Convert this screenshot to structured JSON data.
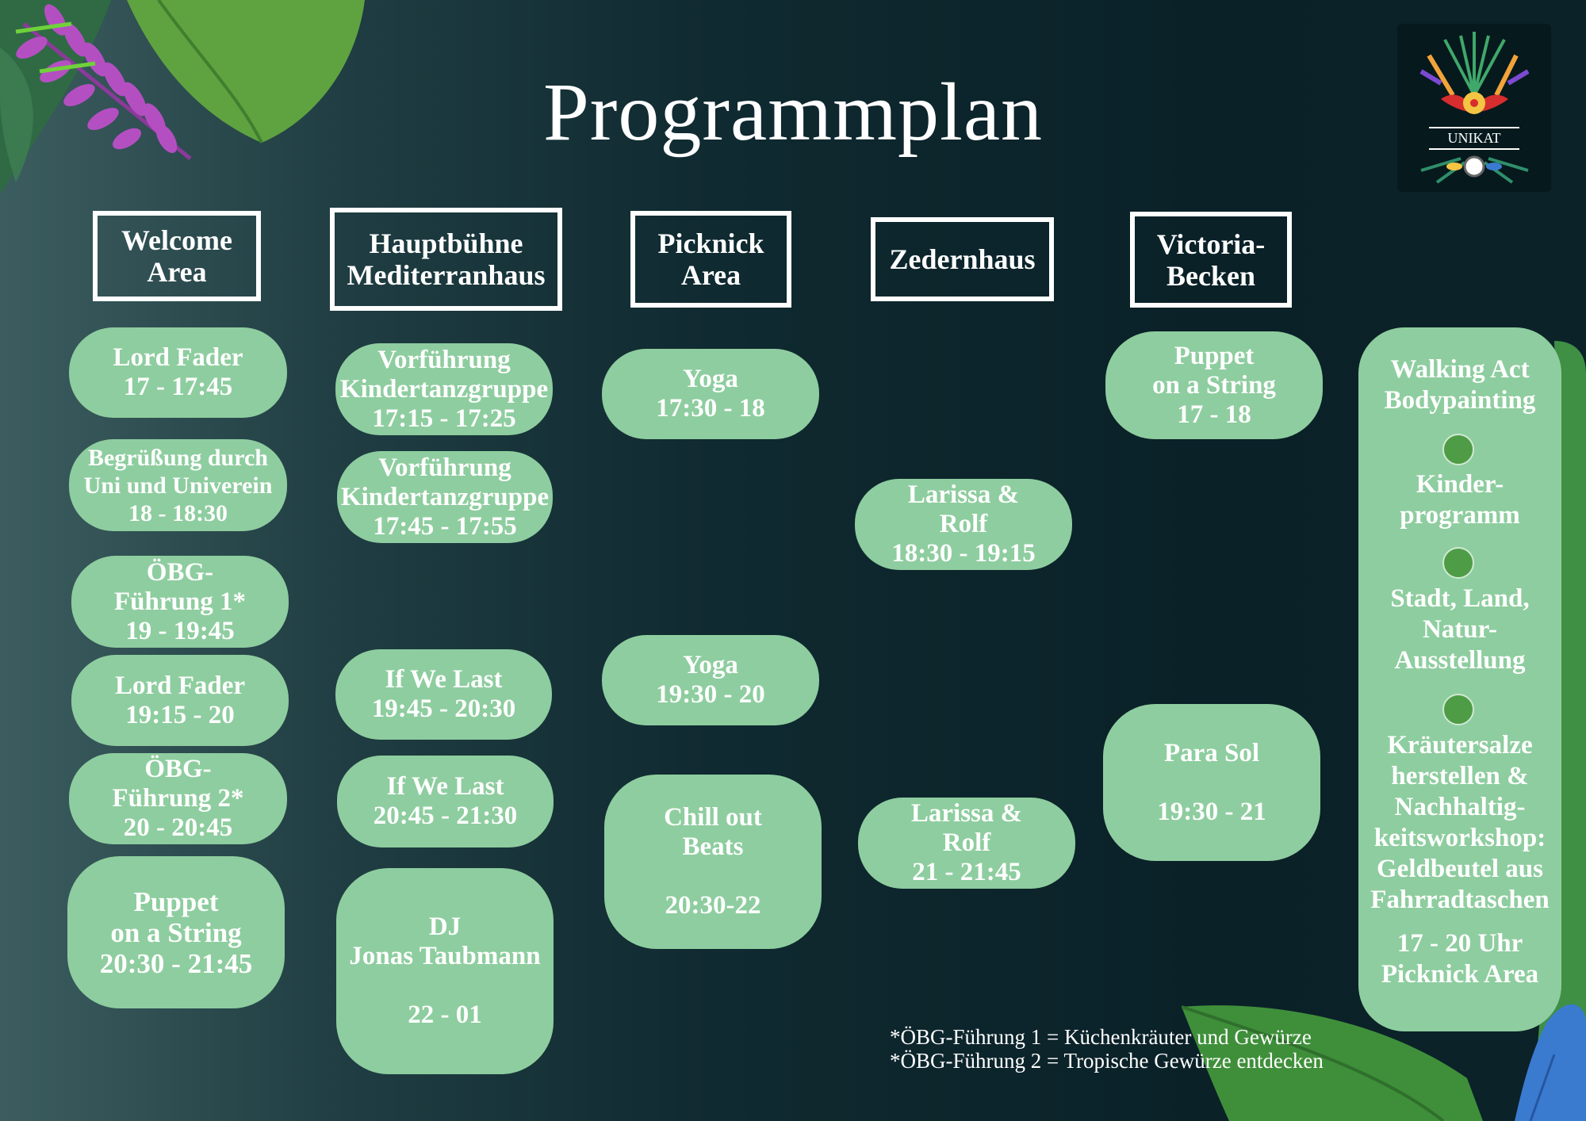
{
  "title": "Programmplan",
  "logo": {
    "text": "UNIKAT"
  },
  "columns": [
    {
      "header": "Welcome\nArea"
    },
    {
      "header": "Hauptbühne\nMediterranhaus"
    },
    {
      "header": "Picknick\nArea"
    },
    {
      "header": "Zedernhaus"
    },
    {
      "header": "Victoria-\nBecken"
    }
  ],
  "events": {
    "welcome": [
      "Lord Fader\n17 - 17:45",
      "Begrüßung durch\nUni und Univerein\n18 - 18:30",
      "ÖBG-\nFührung 1*\n19 - 19:45",
      "Lord Fader\n19:15 - 20",
      "ÖBG-\nFührung 2*\n20 - 20:45",
      "Puppet\non a String\n20:30 - 21:45"
    ],
    "hauptbuehne": [
      "Vorführung\nKindertanzgruppe\n17:15 - 17:25",
      "Vorführung\nKindertanzgruppe\n17:45 - 17:55",
      "If We Last\n19:45 - 20:30",
      "If We Last\n20:45 - 21:30",
      "DJ\nJonas Taubmann\n\n22 - 01"
    ],
    "picknick": [
      "Yoga\n17:30 - 18",
      "Yoga\n19:30 - 20",
      "Chill out\nBeats\n\n20:30-22"
    ],
    "zedernhaus": [
      "Larissa &\nRolf\n18:30 - 19:15",
      "Larissa &\nRolf\n21 - 21:45"
    ],
    "victoria": [
      "Puppet\non a String\n17 - 18",
      "Para Sol\n\n19:30 - 21"
    ]
  },
  "side": {
    "block1": "Walking Act\nBodypainting",
    "block2": "Kinder-\nprogramm",
    "block3": "Stadt, Land,\nNatur-\nAusstellung",
    "block4": "Kräutersalze\nherstellen &\nNachhaltig-\nkeitsworkshop:\nGeldbeutel aus\nFahrradtaschen",
    "block5": "17 - 20 Uhr\nPicknick Area"
  },
  "footnotes": [
    "*ÖBG-Führung 1 = Küchenkräuter und Gewürze",
    "*ÖBG-Führung 2 = Tropische Gewürze entdecken"
  ],
  "colors": {
    "pill": "#8ecd9f",
    "dot": "#4e9c45",
    "background": "#0f2a30"
  }
}
